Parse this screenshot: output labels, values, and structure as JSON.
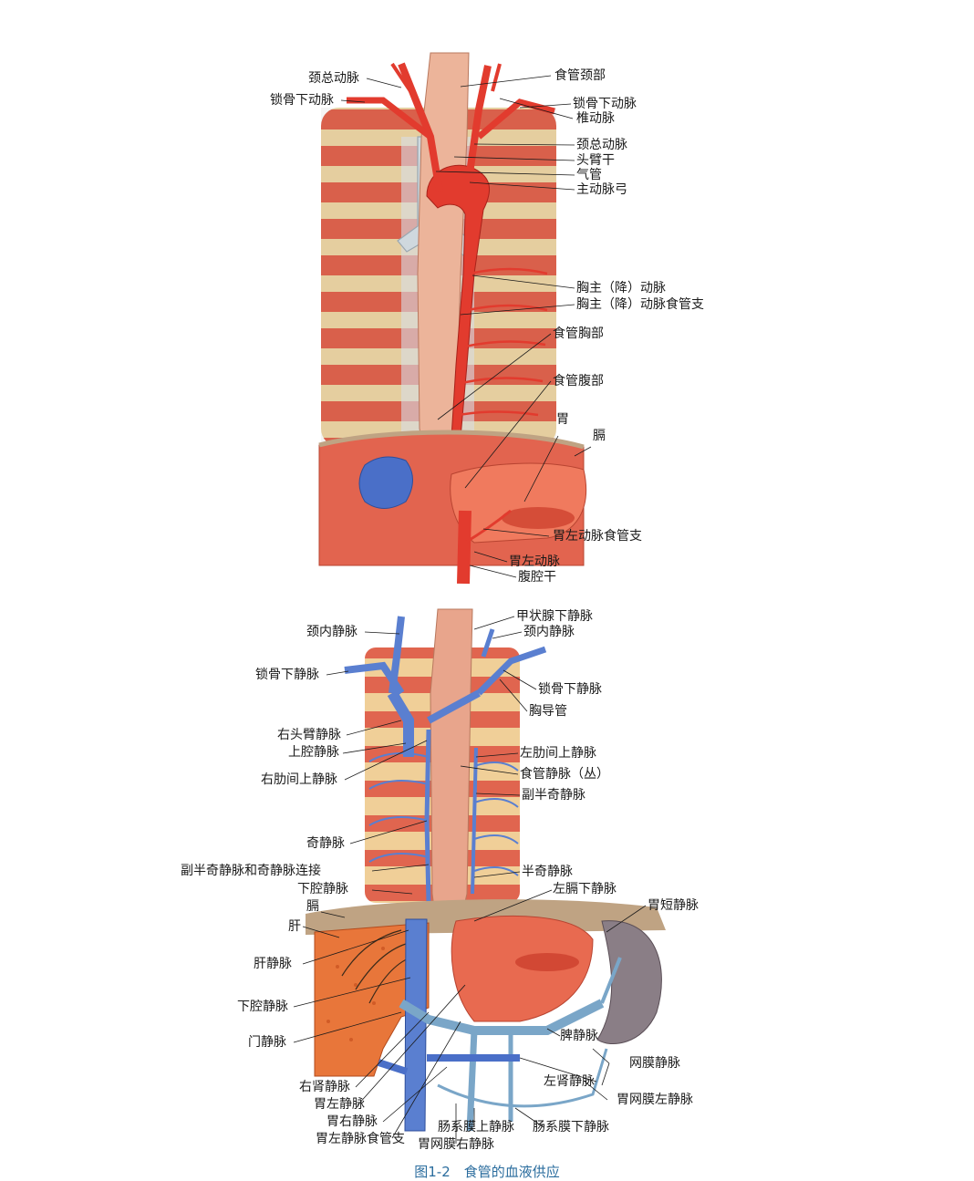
{
  "figure1": {
    "labels_left": {
      "common_carotid_artery": "颈总动脉",
      "subclavian_artery": "锁骨下动脉"
    },
    "labels_right": {
      "cervical_esophagus": "食管颈部",
      "subclavian_artery": "锁骨下动脉",
      "vertebral_artery": "椎动脉",
      "common_carotid_artery": "颈总动脉",
      "brachiocephalic_trunk": "头臂干",
      "trachea": "气管",
      "aortic_arch": "主动脉弓",
      "descending_thoracic_aorta": "胸主（降）动脉",
      "aortic_esophageal_branch": "胸主（降）动脉食管支",
      "thoracic_esophagus": "食管胸部",
      "abdominal_esophagus": "食管腹部",
      "stomach": "胃",
      "diaphragm": "膈",
      "left_gastric_esophageal_branch": "胃左动脉食管支",
      "left_gastric_artery": "胃左动脉",
      "celiac_trunk": "腹腔干"
    }
  },
  "figure2": {
    "labels_left": {
      "internal_jugular_vein": "颈内静脉",
      "subclavian_vein": "锁骨下静脉",
      "right_brachiocephalic_vein": "右头臂静脉",
      "superior_vena_cava": "上腔静脉",
      "right_superior_intercostal_vein": "右肋间上静脉",
      "azygos_vein": "奇静脉",
      "hemiazygos_connection": "副半奇静脉和奇静脉连接",
      "inferior_vena_cava_upper": "下腔静脉",
      "diaphragm": "膈",
      "liver": "肝",
      "hepatic_vein": "肝静脉",
      "inferior_vena_cava": "下腔静脉",
      "portal_vein": "门静脉",
      "right_renal_vein": "右肾静脉",
      "left_gastric_vein": "胃左静脉",
      "right_gastric_vein": "胃右静脉",
      "left_gastric_esophageal_branch": "胃左静脉食管支"
    },
    "labels_right": {
      "inferior_thyroid_vein": "甲状腺下静脉",
      "internal_jugular_vein": "颈内静脉",
      "subclavian_vein": "锁骨下静脉",
      "thoracic_duct": "胸导管",
      "left_superior_intercostal_vein": "左肋间上静脉",
      "esophageal_venous_plexus": "食管静脉（丛）",
      "accessory_hemiazygos_vein": "副半奇静脉",
      "hemiazygos_vein": "半奇静脉",
      "left_inferior_phrenic_vein": "左膈下静脉",
      "short_gastric_veins": "胃短静脉",
      "splenic_vein": "脾静脉",
      "omental_veins": "网膜静脉",
      "left_renal_vein": "左肾静脉",
      "left_gastroepiploic_vein": "胃网膜左静脉",
      "superior_mesenteric_vein": "肠系膜上静脉",
      "inferior_mesenteric_vein": "肠系膜下静脉",
      "right_gastroepiploic_vein": "胃网膜右静脉"
    }
  },
  "caption": "图1-2　食管的血液供应",
  "colors": {
    "artery": "#e23b2e",
    "vein": "#5a7fd0",
    "muscle": "#e2644f",
    "rib": "#efd7a6",
    "esophagus": "#ecb49a",
    "liver": "#e8763a",
    "spleen": "#8a7e86",
    "caption": "#2b6d9e"
  }
}
